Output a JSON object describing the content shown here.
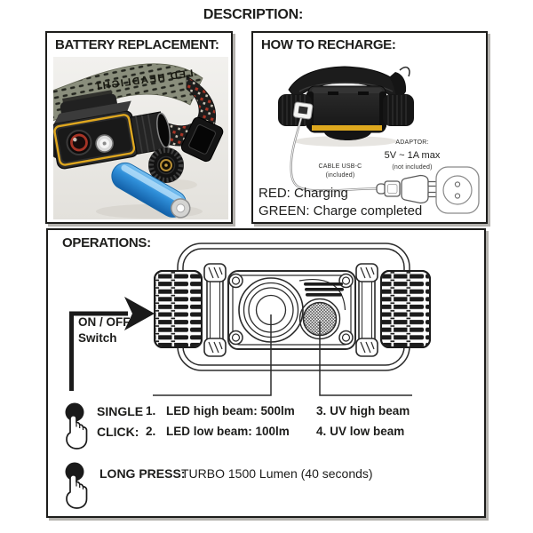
{
  "title": "DESCRIPTION:",
  "colors": {
    "accent_yellow": "#dea81e",
    "battery_blue": "#2f8fd9",
    "ink": "#1d1d1b"
  },
  "battery_panel": {
    "title": "BATTERY REPLACEMENT:",
    "strap_text": "LED HEADLIGHT"
  },
  "recharge_panel": {
    "title": "HOW TO RECHARGE:",
    "adaptor_label": "ADAPTOR:",
    "adaptor_spec": "5V ~ 1A max",
    "adaptor_note": "(not included)",
    "cable_label": "CABLE USB-C",
    "cable_note": "(included)",
    "status_red": "RED: Charging",
    "status_green": "GREEN: Charge completed"
  },
  "operations_panel": {
    "title": "OPERATIONS:",
    "switch_line1": "ON / OFF",
    "switch_line2": "Switch",
    "single_click_line1": "SINGLE",
    "single_click_line2": "CLICK:",
    "led_modes": [
      {
        "num": "1.",
        "label": "LED high beam: 500lm"
      },
      {
        "num": "2.",
        "label": "LED low beam: 100lm"
      }
    ],
    "uv_modes": [
      {
        "num": "3.",
        "label": "UV high beam"
      },
      {
        "num": "4.",
        "label": "UV low beam"
      }
    ],
    "long_press_label": "LONG PRESS:",
    "long_press_text": "TURBO 1500 Lumen (40 seconds)"
  }
}
